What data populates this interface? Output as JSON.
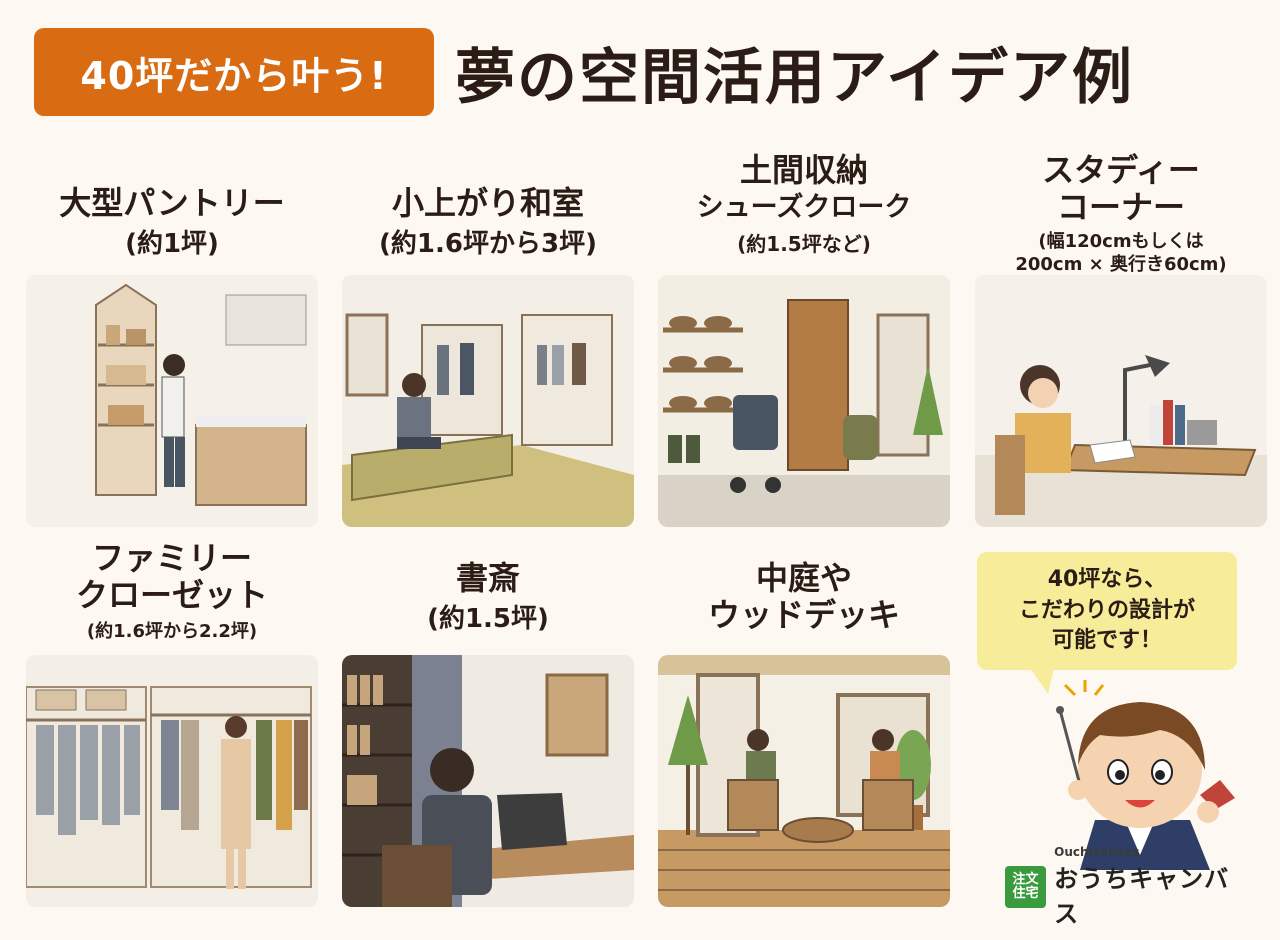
{
  "header": {
    "badge": "40坪だから叶う!",
    "title": "夢の空間活用アイデア例"
  },
  "cards": [
    {
      "title": "大型パントリー",
      "sub": "(約1坪)",
      "icon": "pantry-illustration"
    },
    {
      "title": "小上がり和室",
      "sub": "(約1.6坪から3坪)",
      "icon": "tatami-room-illustration"
    },
    {
      "title_lines": [
        "土間収納",
        "シューズクローク"
      ],
      "sub": "(約1.5坪など)",
      "icon": "shoe-cloak-illustration"
    },
    {
      "title_lines": [
        "スタディー",
        "コーナー"
      ],
      "note_lines": [
        "(幅120cmもしくは",
        "200cm × 奥行き60cm)"
      ],
      "icon": "study-corner-illustration"
    },
    {
      "title_lines": [
        "ファミリー",
        "クローゼット"
      ],
      "note": "(約1.6坪から2.2坪)",
      "icon": "family-closet-illustration"
    },
    {
      "title": "書斎",
      "sub": "(約1.5坪)",
      "icon": "study-room-illustration"
    },
    {
      "title_lines": [
        "中庭や",
        "ウッドデッキ"
      ],
      "icon": "courtyard-deck-illustration"
    }
  ],
  "bubble": {
    "lines": [
      "40坪なら、",
      "こだわりの設計が",
      "可能です！"
    ]
  },
  "logo": {
    "badge_lines": [
      "注文",
      "住宅"
    ],
    "en": "Ouchicanvas",
    "ja": "おうちキャンバス",
    "color": "#3a9a3e"
  },
  "colors": {
    "accent": "#d96c12",
    "text": "#2b1d16",
    "bubble": "#f7ec9a"
  }
}
